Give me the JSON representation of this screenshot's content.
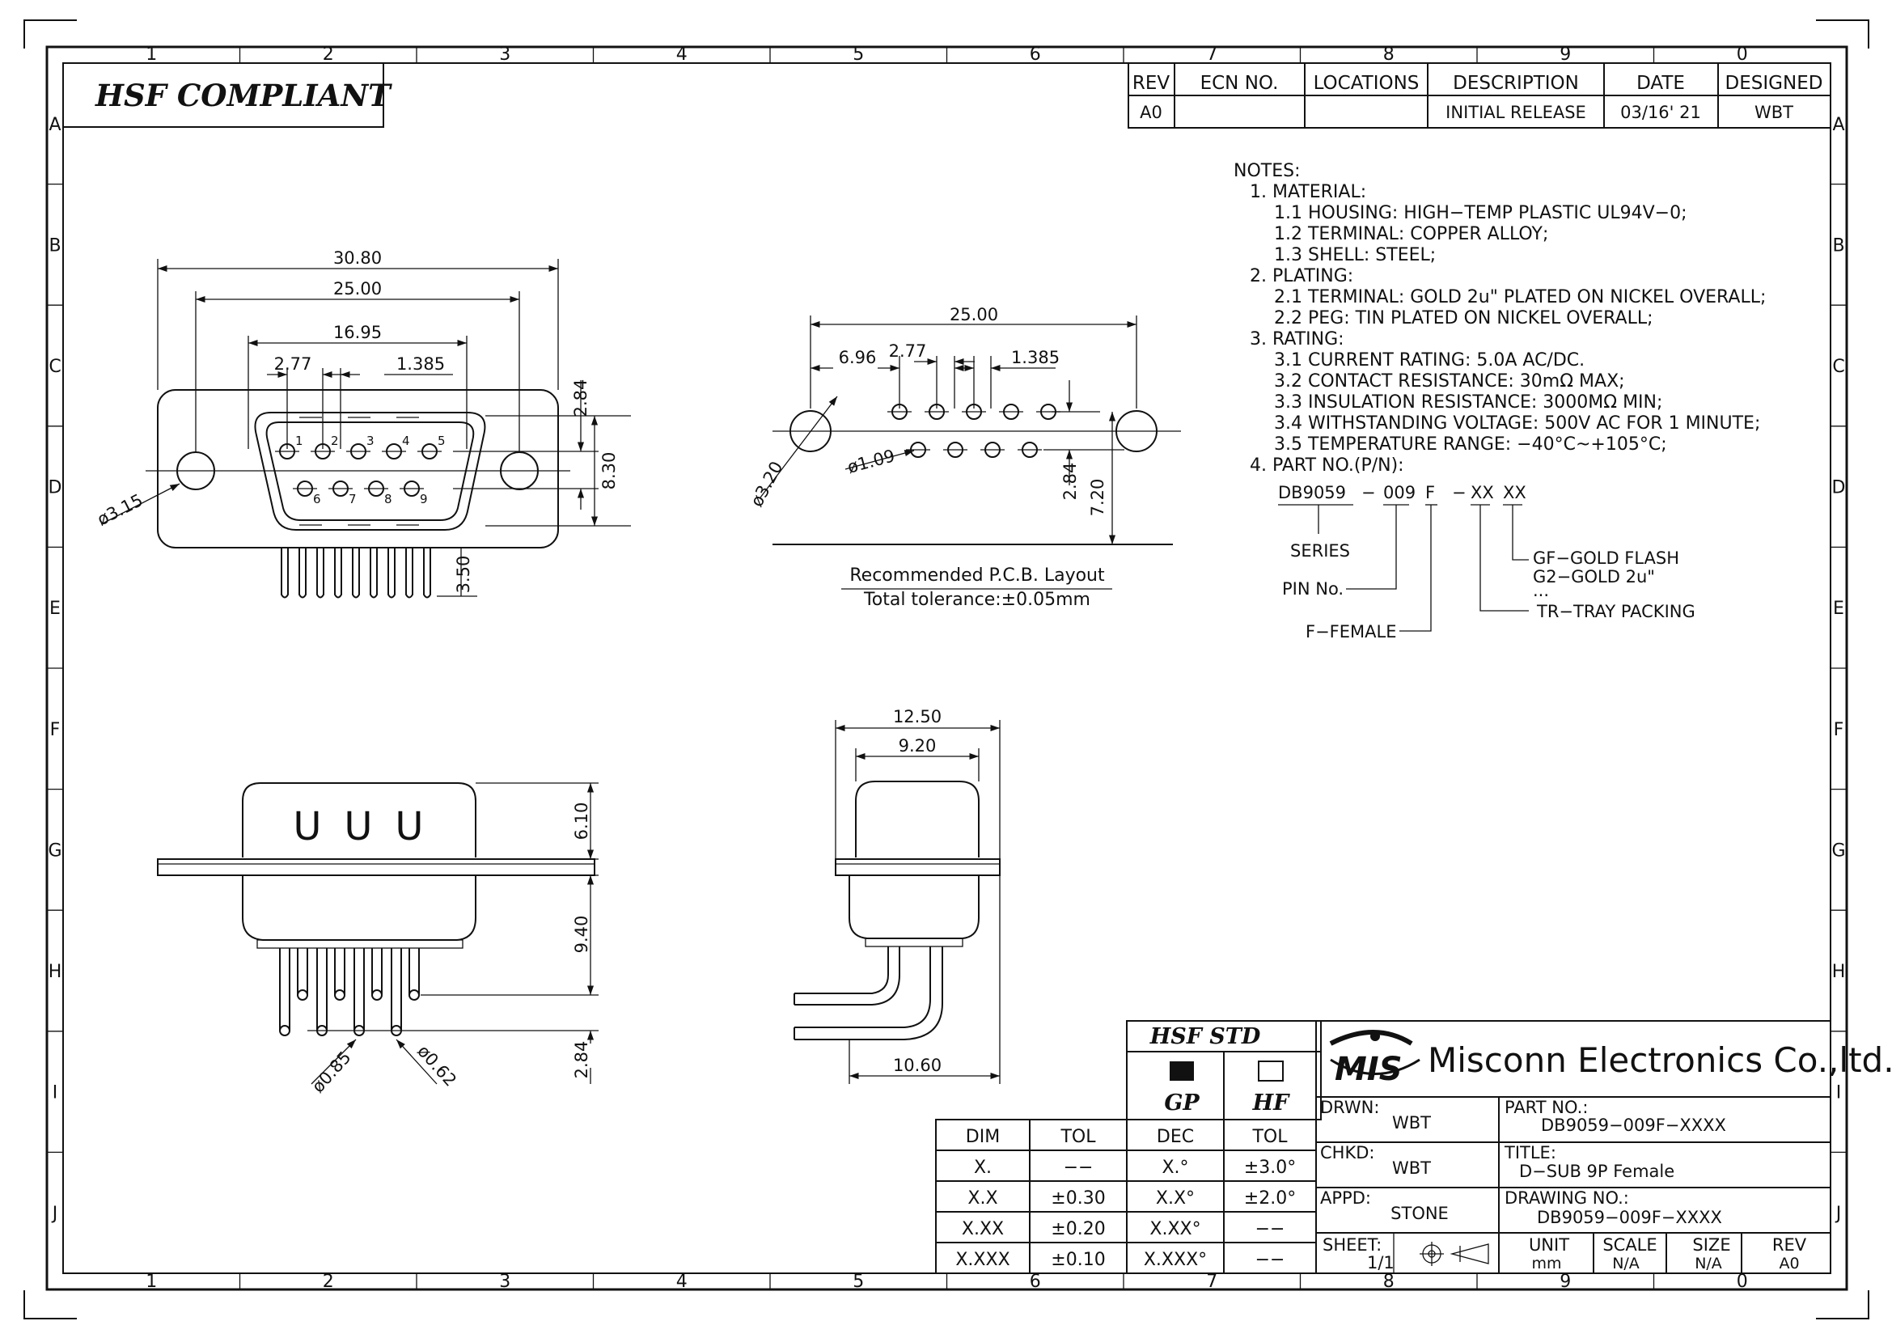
{
  "grid": {
    "columns": [
      "1",
      "2",
      "3",
      "4",
      "5",
      "6",
      "7",
      "8",
      "9",
      "0"
    ],
    "rows": [
      "A",
      "B",
      "C",
      "D",
      "E",
      "F",
      "G",
      "H",
      "I",
      "J"
    ]
  },
  "compliance_label": "HSF  COMPLIANT",
  "revision_table": {
    "headers": [
      "REV",
      "ECN NO.",
      "LOCATIONS",
      "DESCRIPTION",
      "DATE",
      "DESIGNED"
    ],
    "row": [
      "A0",
      "",
      "",
      "INITIAL RELEASE",
      "03/16' 21",
      "WBT"
    ]
  },
  "notes": {
    "title": "NOTES:",
    "lines": [
      "1.  MATERIAL:",
      "1.1  HOUSING: HIGH−TEMP PLASTIC UL94V−0;",
      "1.2  TERMINAL: COPPER ALLOY;",
      "1.3  SHELL: STEEL;",
      "2.  PLATING:",
      "2.1  TERMINAL: GOLD 2u\" PLATED ON NICKEL OVERALL;",
      "2.2  PEG: TIN PLATED ON NICKEL OVERALL;",
      "3.  RATING:",
      "3.1  CURRENT RATING: 5.0A AC/DC.",
      "3.2  CONTACT RESISTANCE: 30mΩ MAX;",
      "3.3  INSULATION RESISTANCE: 3000MΩ MIN;",
      "3.4  WITHSTANDING VOLTAGE: 500V AC FOR 1 MINUTE;",
      "3.5  TEMPERATURE RANGE: −40°C~+105°C;",
      "4.  PART NO.(P/N):"
    ]
  },
  "part_number_breakdown": {
    "pn_parts": [
      "DB9059",
      "−",
      "009",
      "F",
      "−",
      "XX",
      "XX"
    ],
    "series": "SERIES",
    "pin_no": "PIN No.",
    "female": "F−FEMALE",
    "tray": "TR−TRAY PACKING",
    "gold_flash": "GF−GOLD FLASH",
    "gold_2u": "G2−GOLD 2u\"",
    "ellipsis": "..."
  },
  "front_view": {
    "dims": {
      "overall": "30.80",
      "mount": "25.00",
      "row": "16.95",
      "pitch": "2.77",
      "half_pitch": "1.385",
      "row_offset": "2.84",
      "height": "8.30",
      "tail": "3.50",
      "hole": "ø3.15"
    },
    "pins": [
      "1",
      "2",
      "3",
      "4",
      "5",
      "6",
      "7",
      "8",
      "9"
    ]
  },
  "pcb_layout": {
    "dims": {
      "mount": "25.00",
      "offset": "6.96",
      "pitch": "2.77",
      "half_pitch": "1.385",
      "mount_hole": "ø3.20",
      "pin_hole": "ø1.09",
      "row": "2.84",
      "edge": "7.20"
    },
    "caption": "Recommended  P.C.B.  Layout",
    "tolerance": "Total  tolerance:±0.05mm"
  },
  "side_view": {
    "dims": {
      "shell": "6.10",
      "body": "9.40",
      "row": "2.84",
      "pin_dia": "ø0.85",
      "pin_dia2": "ø0.62"
    },
    "letters": [
      "U",
      "U",
      "U"
    ]
  },
  "end_view": {
    "dims": {
      "flange": "12.50",
      "shell": "9.20",
      "depth": "10.60"
    }
  },
  "hsf_std": {
    "title": "HSF  STD",
    "gp": "GP",
    "hf": "HF"
  },
  "tolerance_table": {
    "headers": [
      "DIM",
      "TOL",
      "DEC",
      "TOL"
    ],
    "rows": [
      [
        "X.",
        "−−",
        "X.°",
        "±3.0°"
      ],
      [
        "X.X",
        "±0.30",
        "X.X°",
        "±2.0°"
      ],
      [
        "X.XX",
        "±0.20",
        "X.XX°",
        "−−"
      ],
      [
        "X.XXX",
        "±0.10",
        "X.XXX°",
        "−−"
      ]
    ]
  },
  "title_block": {
    "company": "Misconn Electronics Co.,ltd.",
    "logo": "MIS",
    "drwn_label": "DRWN:",
    "drwn": "WBT",
    "chkd_label": "CHKD:",
    "chkd": "WBT",
    "appd_label": "APPD:",
    "appd": "STONE",
    "part_label": "PART  NO.:",
    "part": "DB9059−009F−XXXX",
    "title_label": "TITLE:",
    "title": "D−SUB  9P  Female",
    "drawing_label": "DRAWING  NO.:",
    "drawing": "DB9059−009F−XXXX",
    "sheet_label": "SHEET:",
    "sheet": "1/1",
    "unit_label": "UNIT",
    "unit": "mm",
    "scale_label": "SCALE",
    "scale": "N/A",
    "size_label": "SIZE",
    "size": "N/A",
    "rev_label": "REV",
    "rev": "A0"
  }
}
